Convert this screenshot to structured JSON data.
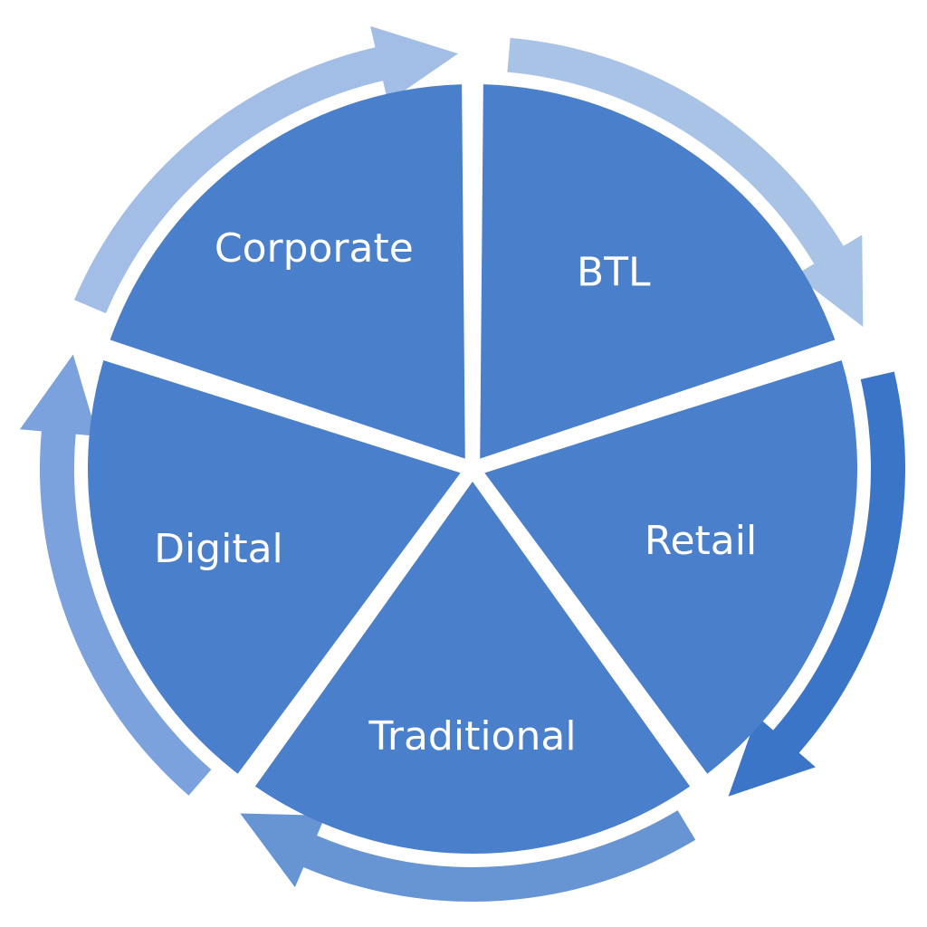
{
  "diagram": {
    "segments": [
      {
        "id": "btl",
        "label": "BTL",
        "fill": "#4a7fcb",
        "arrow_color": "#a9c3e7"
      },
      {
        "id": "retail",
        "label": "Retail",
        "fill": "#4a7fcb",
        "arrow_color": "#3b75c8"
      },
      {
        "id": "traditional",
        "label": "Traditional",
        "fill": "#4a7fcb",
        "arrow_color": "#6794d3"
      },
      {
        "id": "digital",
        "label": "Digital",
        "fill": "#4a7fcb",
        "arrow_color": "#7ba2dc"
      },
      {
        "id": "corporate",
        "label": "Corporate",
        "fill": "#4a7fcb",
        "arrow_color": "#a3bee6"
      }
    ]
  }
}
